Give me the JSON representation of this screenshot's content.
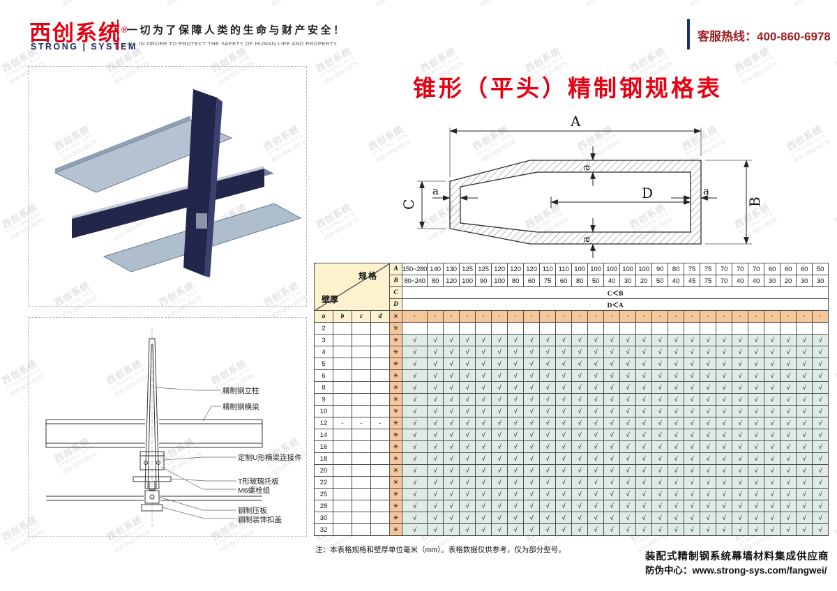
{
  "header": {
    "logo_cn": "西创系统",
    "logo_reg": "®",
    "logo_en": "STRONG | SYSTEM",
    "slogan_cn": "一切为了保障人类的生命与财产安全！",
    "slogan_en": "ALL IN ORDER TO PROTECT THE SAFETY OF HUMAN LIFE AND PROPERTY",
    "hotline": "客服热线：400-860-6978"
  },
  "title": "锥形（平头）精制钢规格表",
  "cone": {
    "A": "A",
    "B": "B",
    "C": "C",
    "D": "D",
    "a": "a"
  },
  "drawing": {
    "labels": [
      "精制钢立柱",
      "精制钢横梁",
      "定制U形横梁连接件",
      "T形玻璃托板",
      "M6螺栓组",
      "钢制压板",
      "钢制装饰扣盖"
    ]
  },
  "table": {
    "corner_top": "规格",
    "corner_bottom": "壁厚",
    "row_labels": [
      "A",
      "B",
      "C",
      "D"
    ],
    "A_values": [
      "150~280",
      "140",
      "130",
      "125",
      "125",
      "120",
      "120",
      "120",
      "110",
      "110",
      "100",
      "100",
      "100",
      "100",
      "100",
      "90",
      "80",
      "75",
      "75",
      "70",
      "70",
      "70",
      "60",
      "60",
      "60",
      "50"
    ],
    "B_values": [
      "80~240",
      "80",
      "120",
      "100",
      "90",
      "100",
      "80",
      "60",
      "75",
      "60",
      "80",
      "50",
      "40",
      "30",
      "20",
      "50",
      "40",
      "45",
      "75",
      "70",
      "40",
      "40",
      "30",
      "20",
      "30",
      "30"
    ],
    "C_note": "C＜B",
    "D_note": "D＜A",
    "col_headers_left": [
      "a",
      "b",
      "c",
      "d"
    ],
    "star": "✳",
    "dot": "·",
    "check": "√",
    "rows": [
      {
        "a": "2",
        "checked": false,
        "dash": false
      },
      {
        "a": "3",
        "checked": true,
        "dash": false
      },
      {
        "a": "4",
        "checked": true,
        "dash": false
      },
      {
        "a": "5",
        "checked": true,
        "dash": false
      },
      {
        "a": "6",
        "checked": true,
        "dash": false
      },
      {
        "a": "8",
        "checked": true,
        "dash": false
      },
      {
        "a": "9",
        "checked": true,
        "dash": false
      },
      {
        "a": "10",
        "checked": true,
        "dash": false
      },
      {
        "a": "12",
        "checked": true,
        "dash": true
      },
      {
        "a": "14",
        "checked": true,
        "dash": false
      },
      {
        "a": "16",
        "checked": true,
        "dash": false
      },
      {
        "a": "18",
        "checked": true,
        "dash": false
      },
      {
        "a": "20",
        "checked": true,
        "dash": false
      },
      {
        "a": "22",
        "checked": true,
        "dash": false
      },
      {
        "a": "25",
        "checked": true,
        "dash": false
      },
      {
        "a": "28",
        "checked": true,
        "dash": false
      },
      {
        "a": "30",
        "checked": true,
        "dash": false
      },
      {
        "a": "32",
        "checked": true,
        "dash": false
      }
    ]
  },
  "note": "注：本表格规格和壁厚单位毫米（mm）。表格数据仅供参考，仅为部分型号。",
  "footer": {
    "line1": "装配式精制钢系统幕墙材料集成供应商",
    "line2": "防伪中心：www.strong-sys.com/fangwei/"
  },
  "watermark": {
    "lines": [
      "西创系统",
      "STRONG-SYS",
      "400-860-6978"
    ]
  }
}
